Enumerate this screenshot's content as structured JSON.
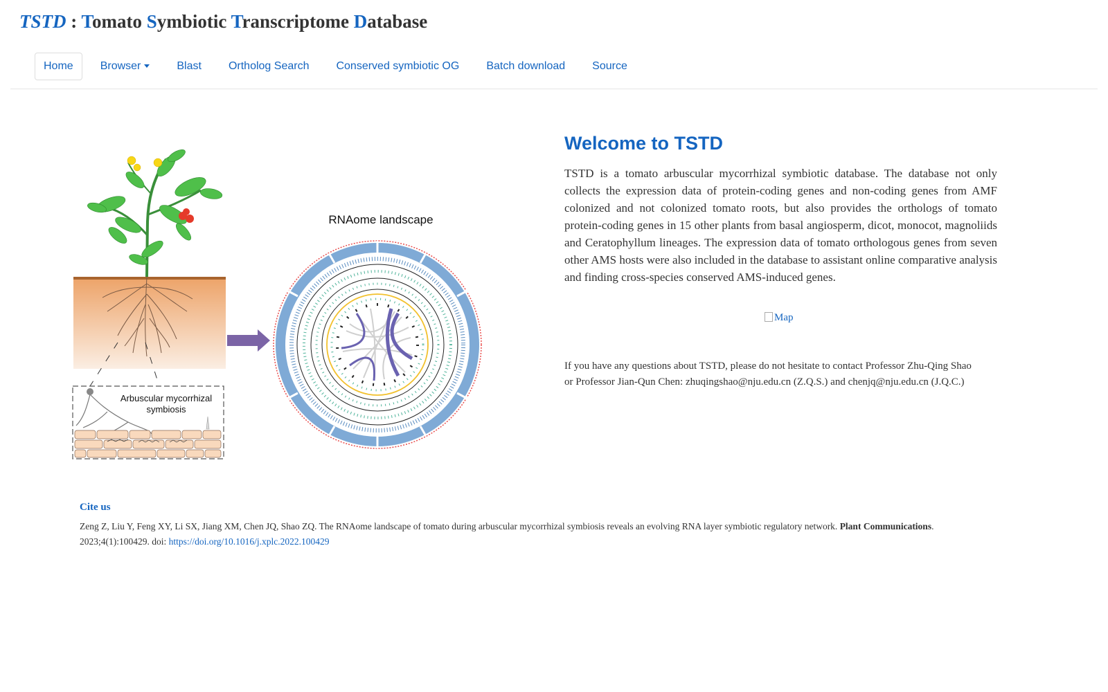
{
  "header": {
    "brand": "TSTD",
    "separator": " : ",
    "words": [
      {
        "cap": "T",
        "rest": "omato "
      },
      {
        "cap": "S",
        "rest": "ymbiotic "
      },
      {
        "cap": "T",
        "rest": "ranscriptome "
      },
      {
        "cap": "D",
        "rest": "atabase"
      }
    ]
  },
  "nav": {
    "home": "Home",
    "browser": "Browser",
    "blast": "Blast",
    "ortholog": "Ortholog Search",
    "conserved": "Conserved symbiotic OG",
    "batch": "Batch download",
    "source": "Source"
  },
  "figure": {
    "rnaome_label": "RNAome landscape",
    "am_label_1": "Arbuscular mycorrhizal",
    "am_label_2": "symbiosis"
  },
  "main": {
    "welcome": "Welcome to TSTD",
    "description": "TSTD is a tomato arbuscular mycorrhizal symbiotic database. The database not only collects the expression data of protein-coding genes and non-coding genes from AMF colonized and not colonized tomato roots, but also provides the orthologs of tomato protein-coding genes in 15 other plants from basal angiosperm, dicot, monocot, magnoliids and Ceratophyllum lineages. The expression data of tomato orthologous genes from seven other AMS hosts were also included in the database to assistant online comparative analysis and finding cross-species conserved AMS-induced genes.",
    "map_alt": "Map",
    "contact": "If you have any questions about TSTD, please do not hesitate to contact Professor Zhu-Qing Shao or Professor Jian-Qun Chen: zhuqingshao@nju.edu.cn (Z.Q.S.) and chenjq@nju.edu.cn (J.Q.C.)"
  },
  "cite": {
    "title": "Cite us",
    "text": "Zeng Z, Liu Y, Feng XY, Li SX, Jiang XM, Chen JQ, Shao ZQ. The RNAome landscape of tomato during arbuscular mycorrhizal symbiosis reveals an evolving RNA layer symbiotic regulatory network. ",
    "journal": "Plant Communications",
    "after_journal": ". 2023;4(1):100429. doi: ",
    "doi": "https://doi.org/10.1016/j.xplc.2022.100429"
  },
  "colors": {
    "accent": "#1565c0",
    "ring_blue": "#7faad6",
    "ring_teal": "#4fb39a",
    "ring_yellow": "#f2c12e",
    "chord_purple": "#6a62b0",
    "arrow_purple": "#7b64a6",
    "soil": "#f2b985"
  }
}
